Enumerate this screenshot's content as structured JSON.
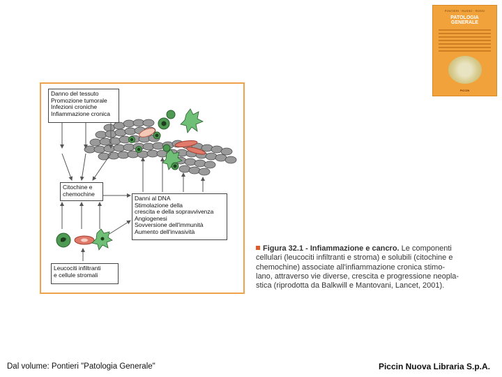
{
  "cover": {
    "authors": "PONTIERI · RUSSO · ROSSI",
    "title_line1": "PATOLOGIA",
    "title_line2": "GENERALE",
    "publisher": "PICCIN"
  },
  "figure": {
    "box_top": [
      "Danno del tessuto",
      "Promozione tumorale",
      "Infezioni croniche",
      "Infiammazione cronica"
    ],
    "box_cito": [
      "Citochine e",
      "chemochine"
    ],
    "box_danni": [
      "Danni al DNA",
      "Stimolazione della",
      "crescita e della sopravvivenza",
      "Angiogenesi",
      "Sovversione dell'immunità",
      "Aumento dell'invasività"
    ],
    "box_leuco": [
      "Leucociti infiltranti",
      "e cellule stromali"
    ]
  },
  "caption": {
    "head": "Figura 32.1 - Infiammazione e cancro.",
    "lines": [
      " Le componenti",
      "cellulari (leucociti infiltranti e stroma) e solubili (citochine e",
      "chemochine) associate all'infiammazione cronica stimo-",
      "lano, attraverso vie diverse, crescita e progressione neopla-",
      "stica (riprodotta da Balkwill e Mantovani, Lancet, 2001)."
    ],
    "colors": {
      "bullet": "#e05a2a",
      "frame": "#f0a24a"
    }
  },
  "footer": {
    "left": "Dal volume: Pontieri \"Patologia Generale\"",
    "right": "Piccin Nuova Libraria S.p.A."
  }
}
